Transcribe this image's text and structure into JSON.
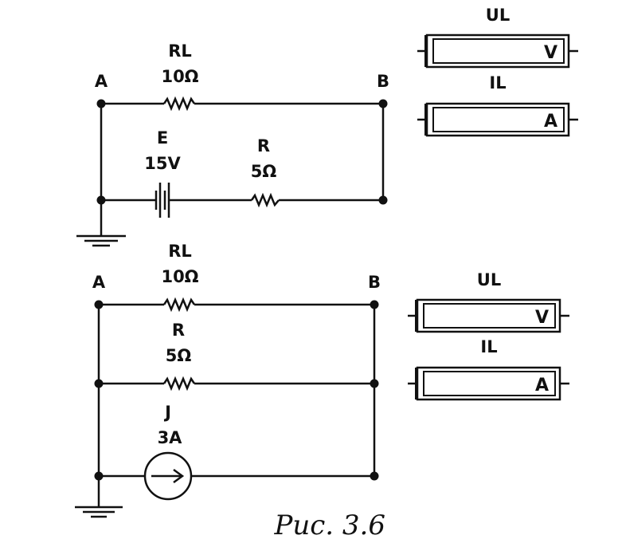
{
  "circuit1": {
    "node_a": "A",
    "node_b": "B",
    "rl": {
      "name": "RL",
      "value": "10Ω"
    },
    "source_e": {
      "name": "E",
      "value": "15V"
    },
    "r": {
      "name": "R",
      "value": "5Ω"
    }
  },
  "circuit2": {
    "node_a": "A",
    "node_b": "B",
    "rl": {
      "name": "RL",
      "value": "10Ω"
    },
    "r": {
      "name": "R",
      "value": "5Ω"
    },
    "source_j": {
      "name": "J",
      "value": "3A"
    }
  },
  "meters1": {
    "voltmeter": {
      "label": "UL",
      "unit": "V"
    },
    "ammeter": {
      "label": "IL",
      "unit": "A"
    }
  },
  "meters2": {
    "voltmeter": {
      "label": "UL",
      "unit": "V"
    },
    "ammeter": {
      "label": "IL",
      "unit": "A"
    }
  },
  "caption": "Рис. 3.6"
}
